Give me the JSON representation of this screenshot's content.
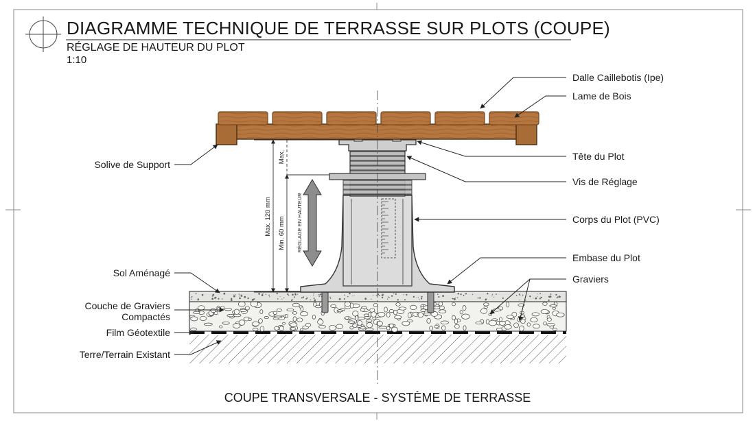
{
  "title": "DIAGRAMME TECHNIQUE DE TERRASSE SUR PLOTS (COUPE)",
  "subtitle": "RÉGLAGE DE HAUTEUR DU PLOT",
  "scale": "1:10",
  "caption": "COUPE TRANSVERSALE - SYSTÈME DE TERRASSE",
  "labels_right": [
    {
      "id": "dalle",
      "text": "Dalle Caillebotis (Ipe)"
    },
    {
      "id": "lame",
      "text": "Lame de Bois"
    },
    {
      "id": "tete",
      "text": "Tête du Plot"
    },
    {
      "id": "vis",
      "text": "Vis de Réglage"
    },
    {
      "id": "corps",
      "text": "Corps du Plot (PVC)"
    },
    {
      "id": "embase",
      "text": "Embase du Plot"
    },
    {
      "id": "graviers",
      "text": "Graviers"
    }
  ],
  "labels_left": [
    {
      "id": "solive",
      "text": "Solive de Support"
    },
    {
      "id": "sol",
      "text": "Sol Aménagé"
    },
    {
      "id": "couche_1",
      "text": "Couche de Graviers"
    },
    {
      "id": "couche_2",
      "text": "Compactés"
    },
    {
      "id": "film",
      "text": "Film Géotextile"
    },
    {
      "id": "terre",
      "text": "Terre/Terrain Existant"
    }
  ],
  "dimensions": {
    "max_total": "Max. 120 mm",
    "min": "Min. 60 mm",
    "max_short": "Max.",
    "adjust": "RÉGLAGE EN HAUTEUR"
  },
  "colors": {
    "wood": "#b5773f",
    "wood_dark": "#7a4a22",
    "pvc": "#d8d8d8",
    "pvc_dark": "#8c8c8c",
    "gravel": "#f2f2ee",
    "line": "#222222"
  }
}
